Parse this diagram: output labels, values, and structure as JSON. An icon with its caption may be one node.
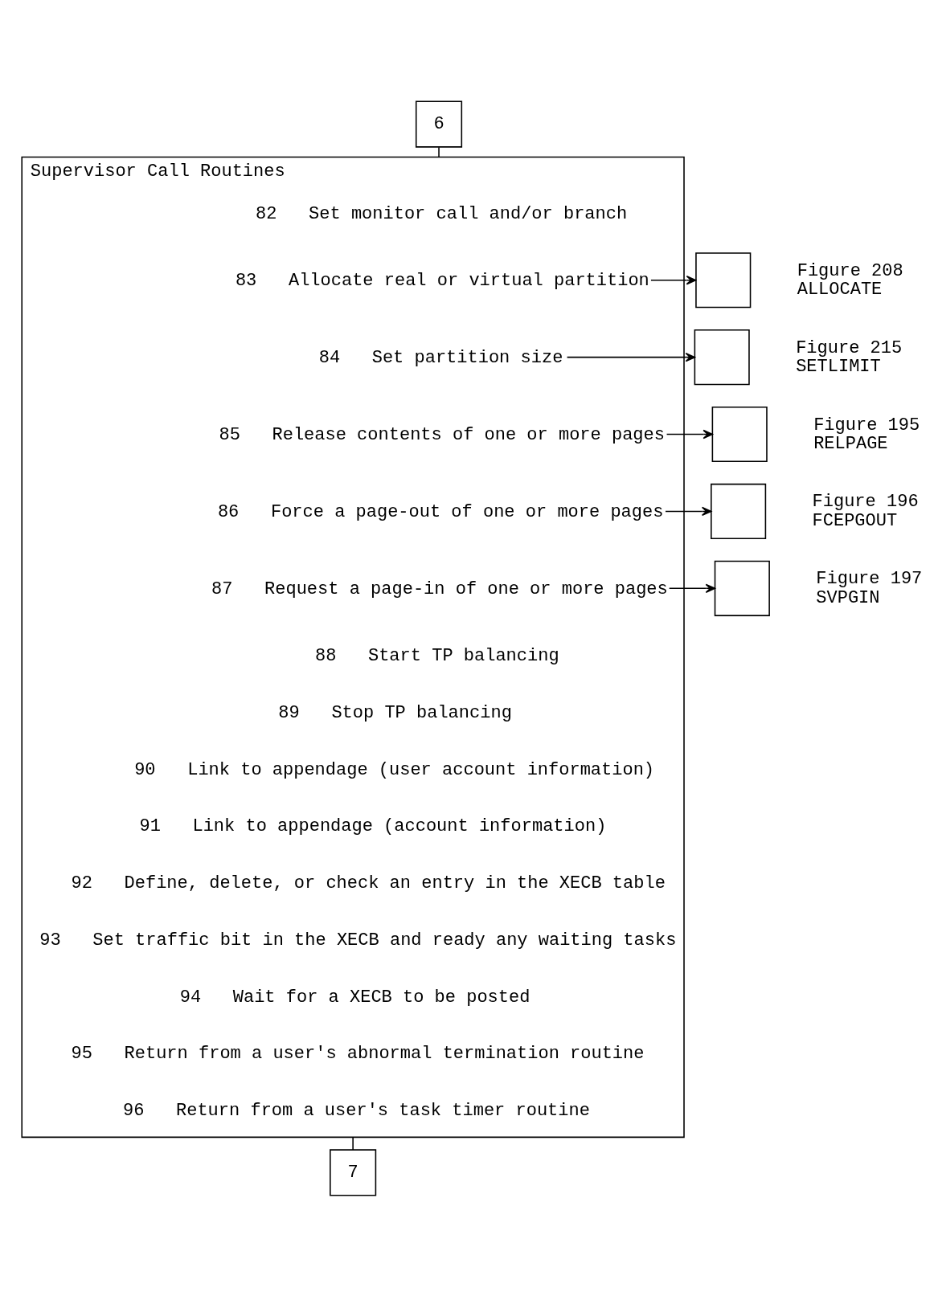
{
  "diagram": {
    "nodes": [
      {
        "text": [
          "6"
        ]
      },
      {
        "text": [
          "Supervisor Call Routines"
        ]
      },
      {
        "text": [
          "82",
          "Set monitor call and/or branch"
        ],
        "in": 1
      },
      {
        "text": [
          "83",
          "Allocate real or virtual partition"
        ],
        "in": 1
      },
      {
        "text": [
          "84",
          "Set partition size"
        ],
        "in": 1
      },
      {
        "text": [
          "85",
          "Release contents of one or more pages"
        ],
        "in": 1
      },
      {
        "text": [
          "86",
          "Force a page-out of one or more pages"
        ],
        "in": 1
      },
      {
        "text": [
          "87",
          "Request a page-in of one or more pages"
        ],
        "in": 1
      },
      {
        "text": [
          "88",
          "Start TP balancing"
        ],
        "in": 1
      },
      {
        "text": [
          "89",
          "Stop TP balancing"
        ],
        "in": 1
      },
      {
        "text": [
          "90",
          "Link to appendage (user account information)"
        ],
        "in": 1
      },
      {
        "text": [
          "91",
          "Link to appendage (account information)"
        ],
        "in": 1
      },
      {
        "text": [
          "92",
          "Define, delete, or check an entry in the XECB table"
        ],
        "in": 1
      },
      {
        "text": [
          "93",
          "Set traffic bit in the XECB and ready any waiting tasks"
        ],
        "in": 1
      },
      {
        "text": [
          "94",
          "Wait for a XECB to be posted"
        ],
        "in": 1
      },
      {
        "text": [
          "95",
          "Return from a user's abnormal termination routine"
        ],
        "in": 1
      },
      {
        "text": [
          "96",
          "Return from a user's task timer routine"
        ],
        "in": 1
      },
      {
        "text": [],
        "shape": "box",
        "beside": [
          "Figure 208",
          "ALLOCATE"
        ]
      },
      {
        "text": [],
        "shape": "box",
        "beside": [
          "Figure 215",
          "SETLIMIT"
        ]
      },
      {
        "text": [],
        "shape": "box",
        "beside": [
          "Figure 195",
          "RELPAGE"
        ]
      },
      {
        "text": [],
        "shape": "box",
        "beside": [
          "Figure 196",
          "FCEPGOUT"
        ]
      },
      {
        "text": [],
        "shape": "box",
        "beside": [
          "Figure 197",
          "SVPGIN"
        ]
      },
      {
        "text": [
          "7"
        ]
      }
    ],
    "edges": [
      {
        "from": 0,
        "to": 1,
        "arrow": "none"
      },
      {
        "from": 3,
        "to": 17,
        "arrow": "to"
      },
      {
        "from": 4,
        "to": 18,
        "arrow": "to"
      },
      {
        "from": 5,
        "to": 19,
        "arrow": "to"
      },
      {
        "from": 6,
        "to": 20,
        "arrow": "to"
      },
      {
        "from": 7,
        "to": 21,
        "arrow": "to"
      },
      {
        "from": 1,
        "to": 22,
        "arrow": "none"
      }
    ]
  }
}
